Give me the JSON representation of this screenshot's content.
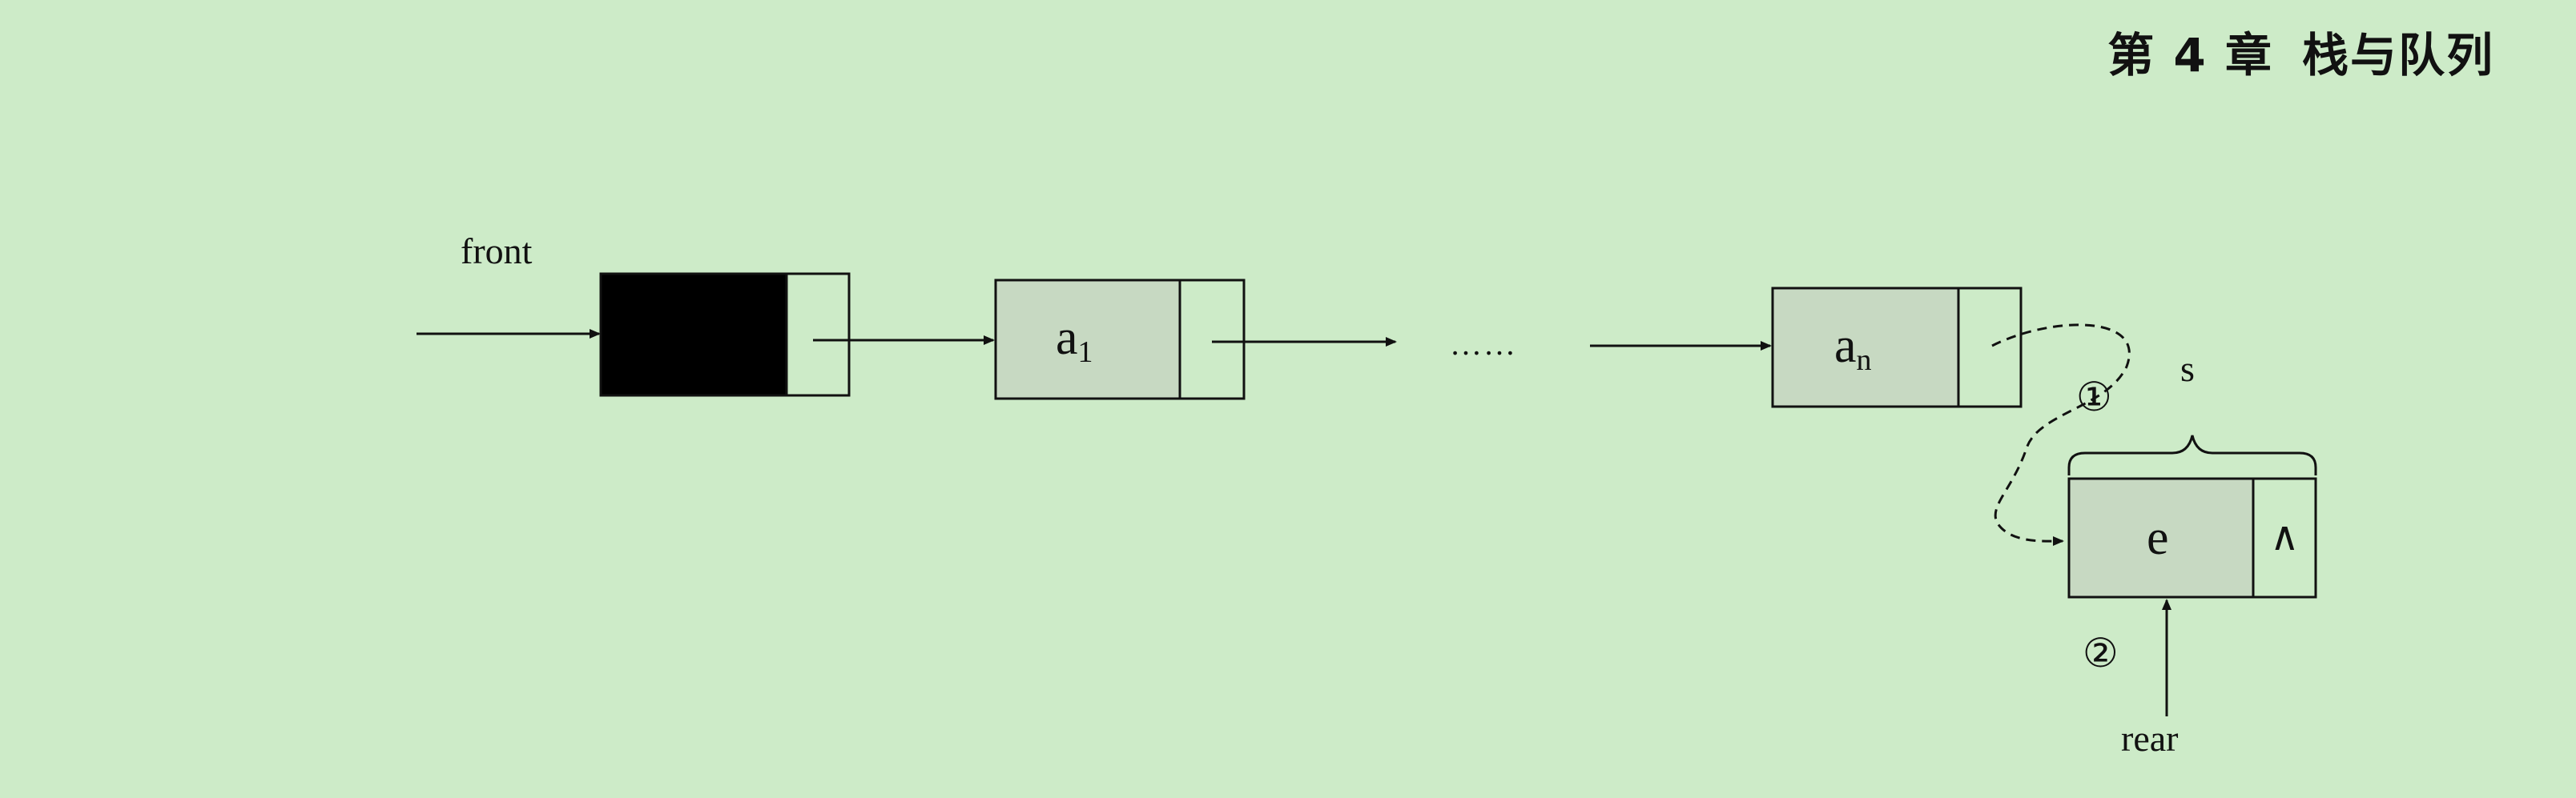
{
  "header": {
    "chapter": "第 4 章",
    "section": "栈与队列"
  },
  "diagram": {
    "front_label": "front",
    "node1_value": "a",
    "node1_sub": "1",
    "ellipsis": "……",
    "nodeN_value": "a",
    "nodeN_sub": "n",
    "new_node_value": "e",
    "new_node_null": "∧",
    "new_node_label": "s",
    "rear_label": "rear",
    "step1": "①",
    "step2": "②"
  },
  "colors": {
    "background": "#cdebc8",
    "node_fill": "#c7d9c2",
    "head_fill": "#000000",
    "stroke": "#111111"
  }
}
